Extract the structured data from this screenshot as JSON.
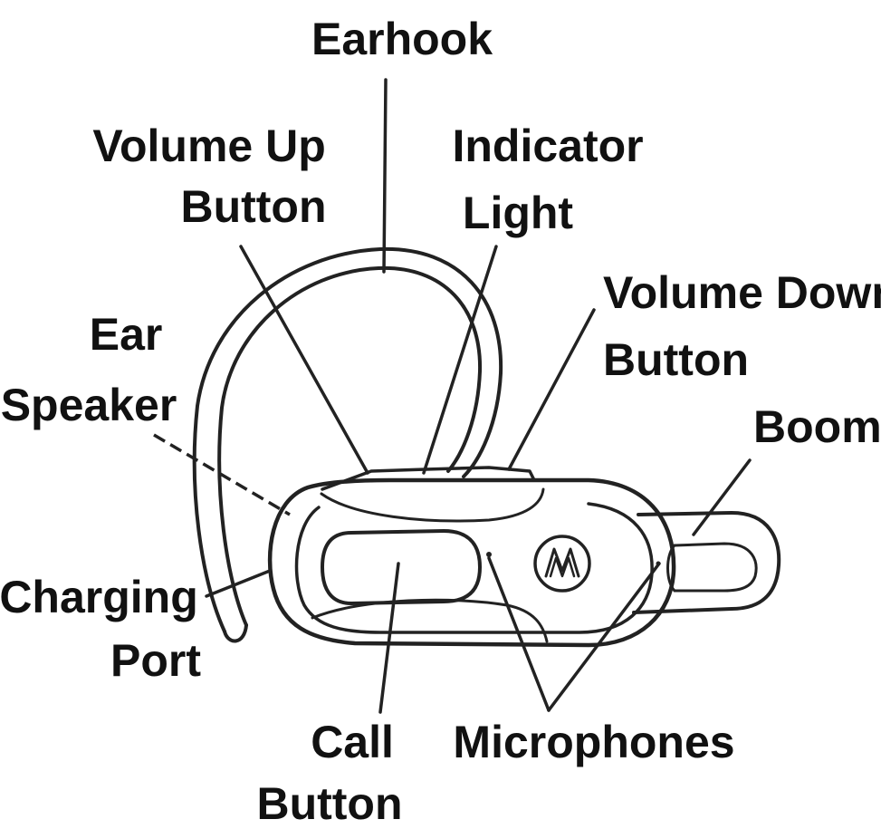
{
  "labels": {
    "earhook": "Earhook",
    "volume_up": [
      "Volume Up",
      "Button"
    ],
    "indicator_light": [
      "Indicator",
      "Light"
    ],
    "volume_down": [
      "Volume Down",
      "Button"
    ],
    "ear_speaker": [
      "Ear",
      "Speaker"
    ],
    "boom": "Boom",
    "charging_port": [
      "Charging",
      "Port"
    ],
    "call_button": [
      "Call",
      "Button"
    ],
    "microphones": "Microphones"
  },
  "logo": "motorola-logo"
}
